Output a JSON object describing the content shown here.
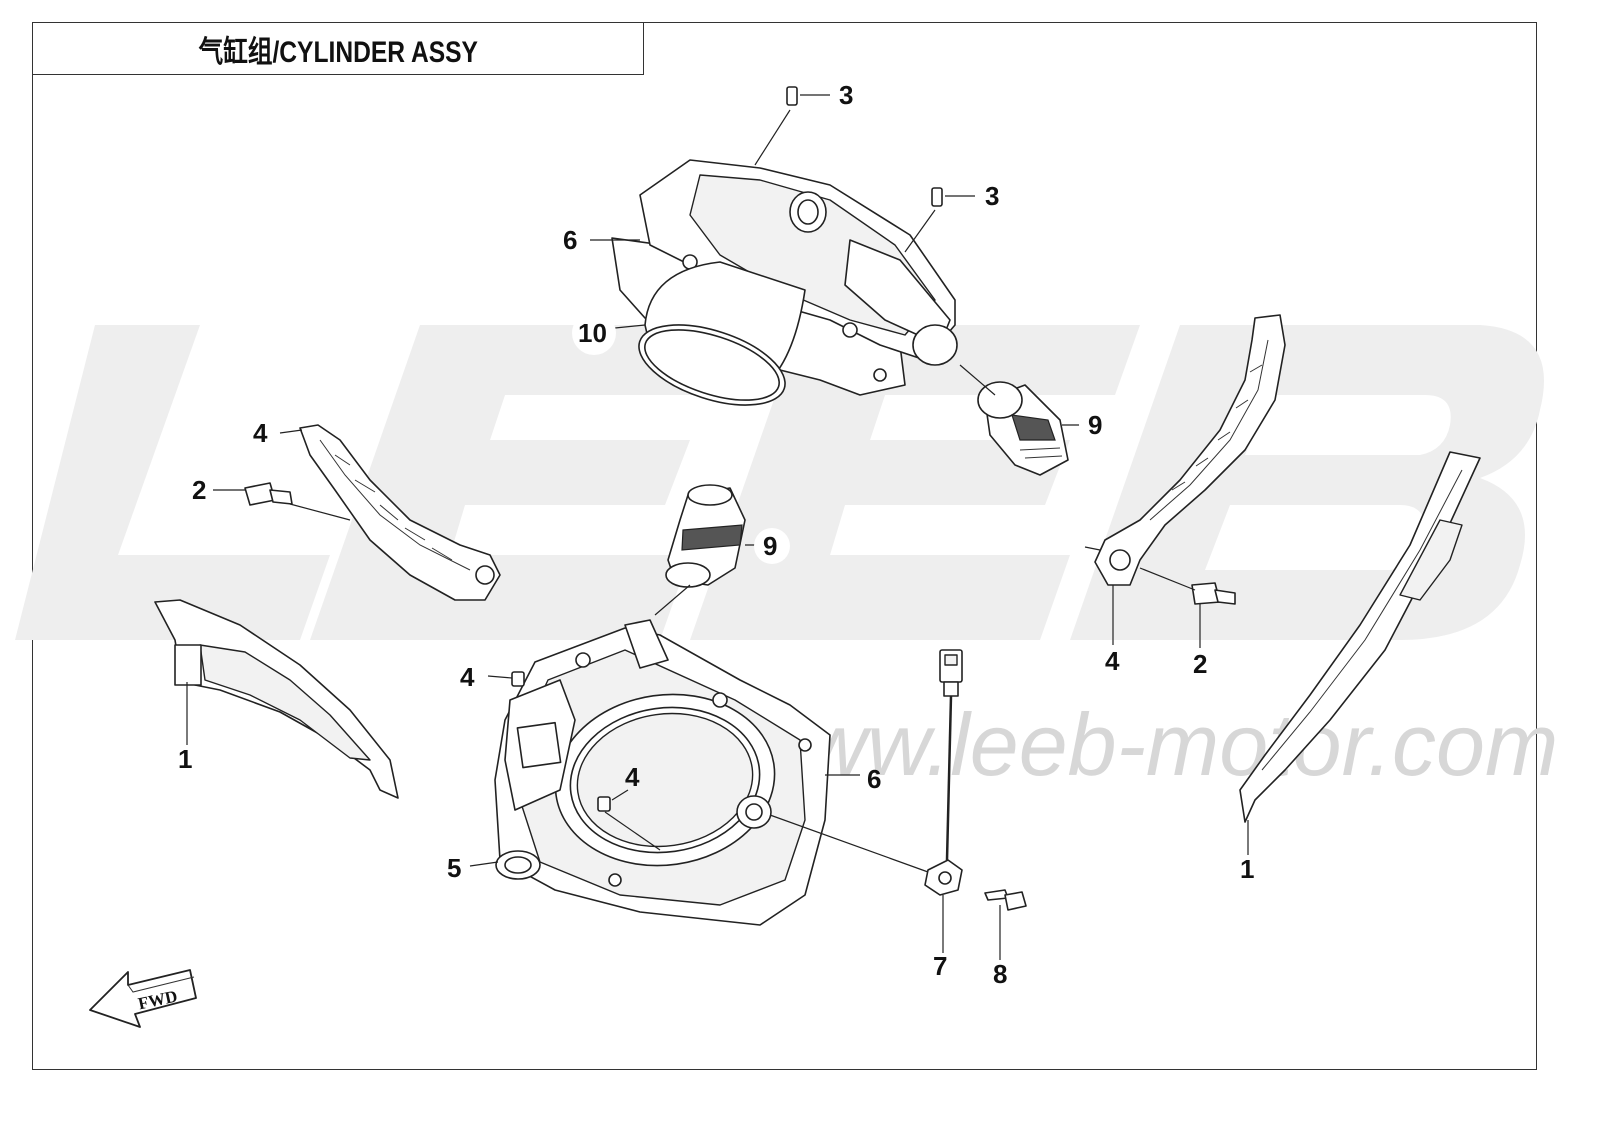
{
  "title": "气缸组/CYLINDER ASSY",
  "watermark": {
    "brand": "LEEB",
    "url": "www.leeb-motor.com",
    "color": "#d7d7d7"
  },
  "fwd_indicator": {
    "label": "FWD",
    "icon": "fwd-arrow-icon"
  },
  "callouts": [
    {
      "id": "c1-left",
      "label": "1"
    },
    {
      "id": "c1-right",
      "label": "1"
    },
    {
      "id": "c2-left",
      "label": "2"
    },
    {
      "id": "c2-right",
      "label": "2"
    },
    {
      "id": "c3-left",
      "label": "3"
    },
    {
      "id": "c3-right",
      "label": "3"
    },
    {
      "id": "c4-top",
      "label": "4"
    },
    {
      "id": "c4-upper-right",
      "label": "4"
    },
    {
      "id": "c4-mid-left",
      "label": "4"
    },
    {
      "id": "c4-mid",
      "label": "4"
    },
    {
      "id": "c5",
      "label": "5"
    },
    {
      "id": "c6-top",
      "label": "6"
    },
    {
      "id": "c6-mid",
      "label": "6"
    },
    {
      "id": "c7",
      "label": "7"
    },
    {
      "id": "c8",
      "label": "8"
    },
    {
      "id": "c9-top",
      "label": "9"
    },
    {
      "id": "c9-mid",
      "label": "9"
    },
    {
      "id": "c10",
      "label": "10"
    }
  ]
}
